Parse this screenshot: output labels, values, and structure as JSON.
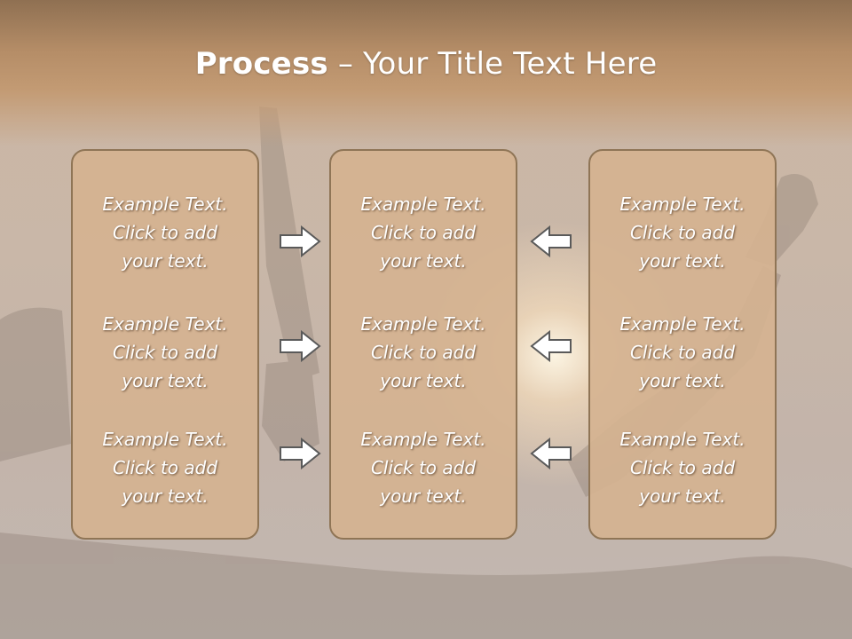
{
  "slide": {
    "title_bold": "Process",
    "title_rest": " – Your Title Text Here",
    "item": {
      "line1": "Example Text.",
      "line2": "Click  to add",
      "line3": "your text."
    },
    "colors": {
      "title_band": "#b58d67",
      "panel_fill": "#d5b290",
      "panel_border": "#8f7556",
      "arrow_fill": "#ffffff",
      "arrow_stroke": "#5a5a5a"
    },
    "columns": [
      {
        "name": "left",
        "items": 3
      },
      {
        "name": "center",
        "items": 3
      },
      {
        "name": "right",
        "items": 3
      }
    ],
    "arrows": {
      "left_to_center": [
        "right-arrow-icon",
        "right-arrow-icon",
        "right-arrow-icon"
      ],
      "right_to_center": [
        "left-arrow-icon",
        "left-arrow-icon",
        "left-arrow-icon"
      ]
    }
  }
}
